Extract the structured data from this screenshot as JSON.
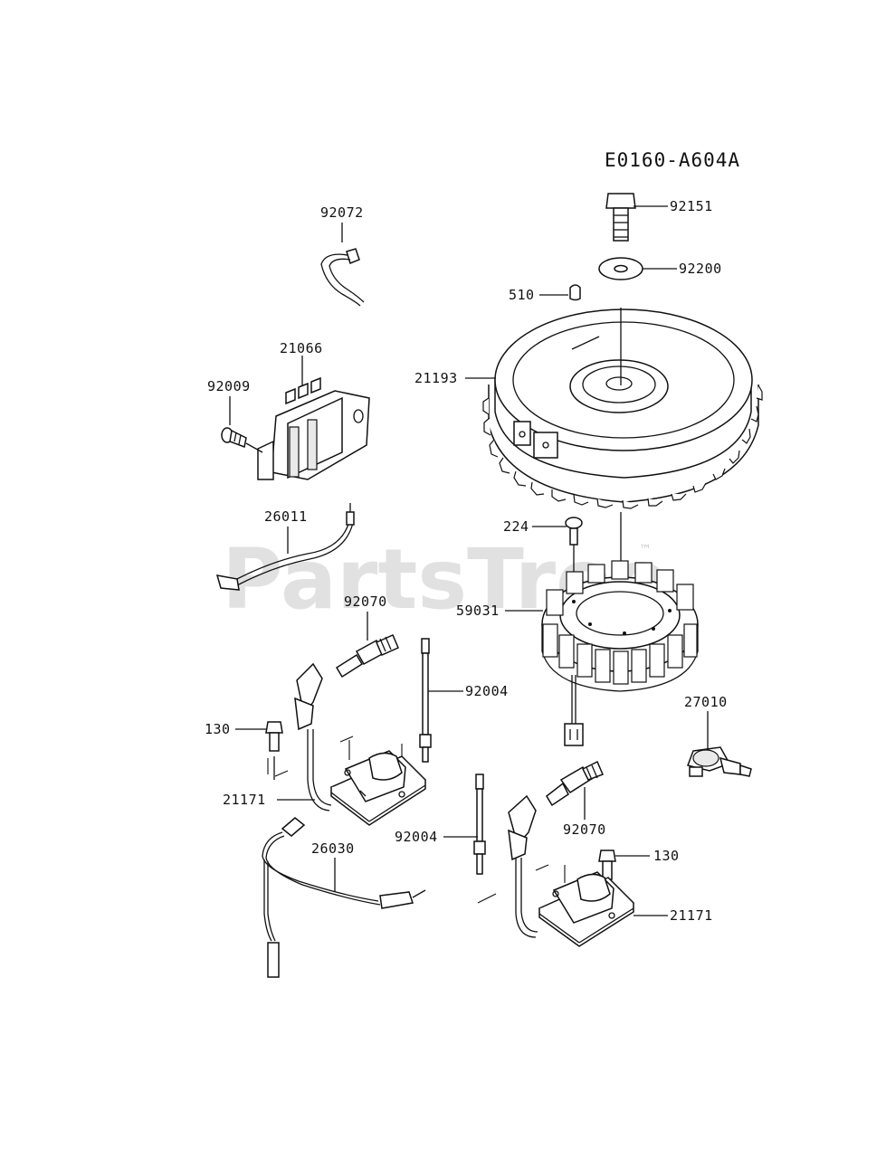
{
  "diagram_code": "E0160-A604A",
  "watermark": "PartsTree",
  "trademark": "™",
  "callouts": [
    {
      "id": "92151",
      "text": "92151"
    },
    {
      "id": "92200",
      "text": "92200"
    },
    {
      "id": "510",
      "text": "510"
    },
    {
      "id": "21193",
      "text": "21193"
    },
    {
      "id": "92072",
      "text": "92072"
    },
    {
      "id": "21066",
      "text": "21066"
    },
    {
      "id": "92009",
      "text": "92009"
    },
    {
      "id": "26011",
      "text": "26011"
    },
    {
      "id": "224",
      "text": "224"
    },
    {
      "id": "59031",
      "text": "59031"
    },
    {
      "id": "92070_a",
      "text": "92070"
    },
    {
      "id": "92004_a",
      "text": "92004"
    },
    {
      "id": "130_a",
      "text": "130"
    },
    {
      "id": "21171_a",
      "text": "21171"
    },
    {
      "id": "26030",
      "text": "26030"
    },
    {
      "id": "27010",
      "text": "27010"
    },
    {
      "id": "92070_b",
      "text": "92070"
    },
    {
      "id": "92004_b",
      "text": "92004"
    },
    {
      "id": "130_b",
      "text": "130"
    },
    {
      "id": "21171_b",
      "text": "21171"
    }
  ]
}
